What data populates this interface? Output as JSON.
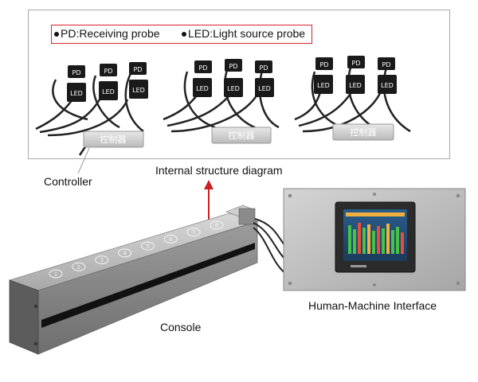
{
  "legend": {
    "pd": "PD:Receiving probe",
    "led": "LED:Light source probe"
  },
  "probe_labels": {
    "pd": "PD",
    "led": "LED"
  },
  "controller_box_text": "控制器",
  "labels": {
    "controller": "Controller",
    "internal_structure": "Internal structure diagram",
    "console": "Console",
    "hmi": "Human-Machine Interface"
  },
  "console_numbers": [
    "1",
    "2",
    "3",
    "4",
    "5",
    "6",
    "7",
    "8"
  ],
  "colors": {
    "legend_border": "#d9232d",
    "arrow": "#cc1f1f",
    "frame": "#a9a9a9"
  },
  "icons": {
    "bullet": "filled-circle",
    "arrow": "arrow-up"
  }
}
